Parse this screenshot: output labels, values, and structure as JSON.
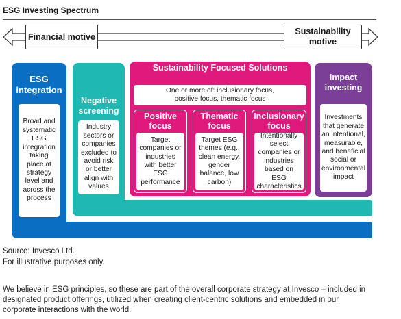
{
  "title": "ESG Investing Spectrum",
  "motives": {
    "left": "Financial motive",
    "right": "Sustainability motive"
  },
  "colors": {
    "blue": "#0a6fc2",
    "teal": "#1fb8b3",
    "magenta": "#e0197d",
    "purple": "#7b3f98"
  },
  "columns": {
    "esg_integration": {
      "title": "ESG integration",
      "body": "Broad and systematic ESG integration taking place at strategy level and across the process"
    },
    "negative_screening": {
      "title": "Negative screening",
      "body": "Industry sectors or companies excluded to avoid risk or better align with values"
    },
    "sustainability": {
      "title": "Sustainability Focused Solutions",
      "note": "One or more of: inclusionary focus, positive focus, thematic focus",
      "positive": {
        "title": "Positive focus",
        "body": "Target companies or industries with better ESG performance"
      },
      "thematic": {
        "title": "Thematic focus",
        "body": "Target ESG themes (e.g., clean energy, gender balance, low carbon)"
      },
      "inclusionary": {
        "title": "Inclusionary focus",
        "body": "Intentionally select companies or industries based on ESG characteristics"
      }
    },
    "impact": {
      "title": "Impact investing",
      "body": "Investments that generate an intentional, measurable, and beneficial social or environmental impact"
    }
  },
  "footer": {
    "source": "Source: Invesco Ltd.",
    "illustrative": "For illustrative purposes only.",
    "statement": "We believe in ESG principles, so these are part of the overall corporate strategy at Invesco – included in designated product offerings, utilized when creating client-centric solutions and embedded in our corporate interactions with the world."
  }
}
